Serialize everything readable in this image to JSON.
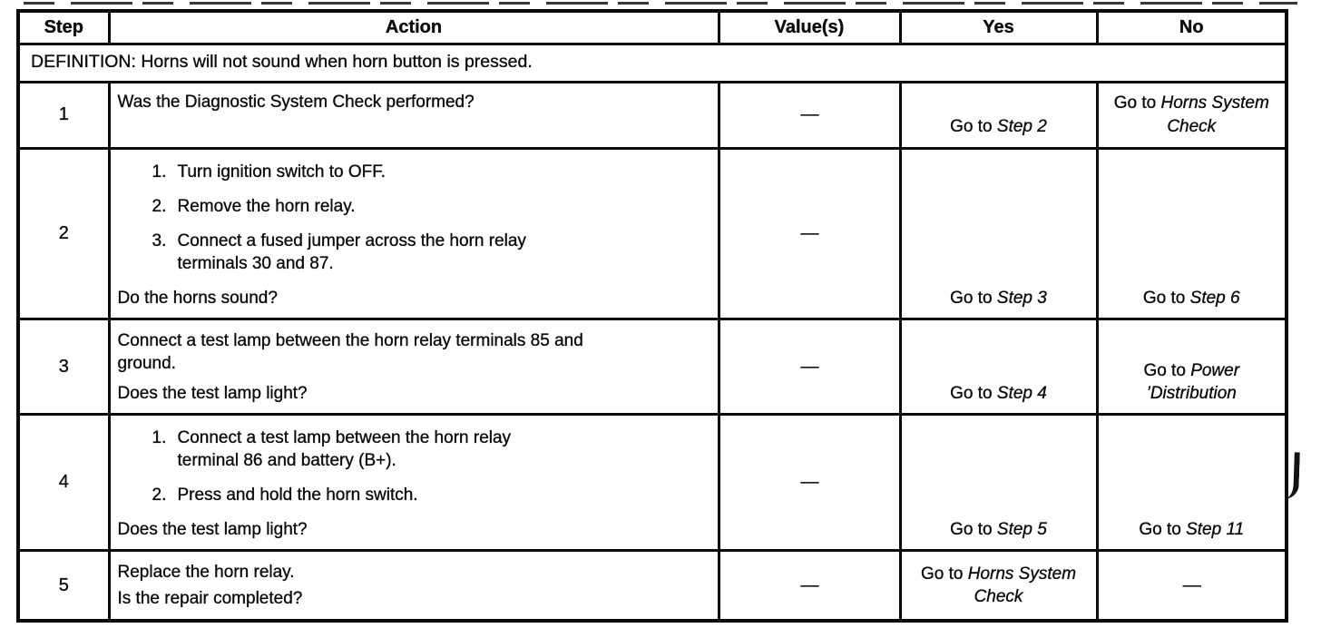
{
  "table": {
    "headers": {
      "step": "Step",
      "action": "Action",
      "values": "Value(s)",
      "yes": "Yes",
      "no": "No"
    },
    "definition": "DEFINITION: Horns will not sound when horn button is pressed.",
    "rows": [
      {
        "step": "1",
        "action": {
          "question": "Was the Diagnostic System Check performed?"
        },
        "value": "—",
        "yes": {
          "prefix": "Go to ",
          "target": "Step 2"
        },
        "no": {
          "prefix": "Go to ",
          "target": "Horns System Check"
        }
      },
      {
        "step": "2",
        "action": {
          "list": [
            {
              "num": "1.",
              "text": "Turn ignition switch to OFF."
            },
            {
              "num": "2.",
              "text": "Remove the horn relay."
            },
            {
              "num": "3.",
              "text": "Connect a fused jumper across the horn relay terminals 30 and 87."
            }
          ],
          "question": "Do the horns sound?"
        },
        "value": "—",
        "yes": {
          "prefix": "Go to ",
          "target": "Step 3"
        },
        "no": {
          "prefix": "Go to ",
          "target": "Step 6"
        }
      },
      {
        "step": "3",
        "action": {
          "intro": "Connect a test lamp between the horn relay terminals 85 and ground.",
          "question": "Does the test lamp light?"
        },
        "value": "—",
        "yes": {
          "prefix": "Go to ",
          "target": "Step 4"
        },
        "no": {
          "prefix": "Go to ",
          "target": "Power ’Distribution"
        }
      },
      {
        "step": "4",
        "action": {
          "list": [
            {
              "num": "1.",
              "text": "Connect a test lamp between the horn relay terminal 86 and battery (B+)."
            },
            {
              "num": "2.",
              "text": "Press and hold the horn switch."
            }
          ],
          "question": "Does the test lamp light?"
        },
        "value": "—",
        "yes": {
          "prefix": "Go to ",
          "target": "Step 5"
        },
        "no": {
          "prefix": "Go to ",
          "target": "Step 11"
        }
      },
      {
        "step": "5",
        "action": {
          "intro": "Replace the horn relay.",
          "question": "Is the repair completed?"
        },
        "value": "—",
        "yes": {
          "prefix": "Go to ",
          "target": "Horns System Check"
        },
        "no_dash": "—"
      }
    ]
  }
}
